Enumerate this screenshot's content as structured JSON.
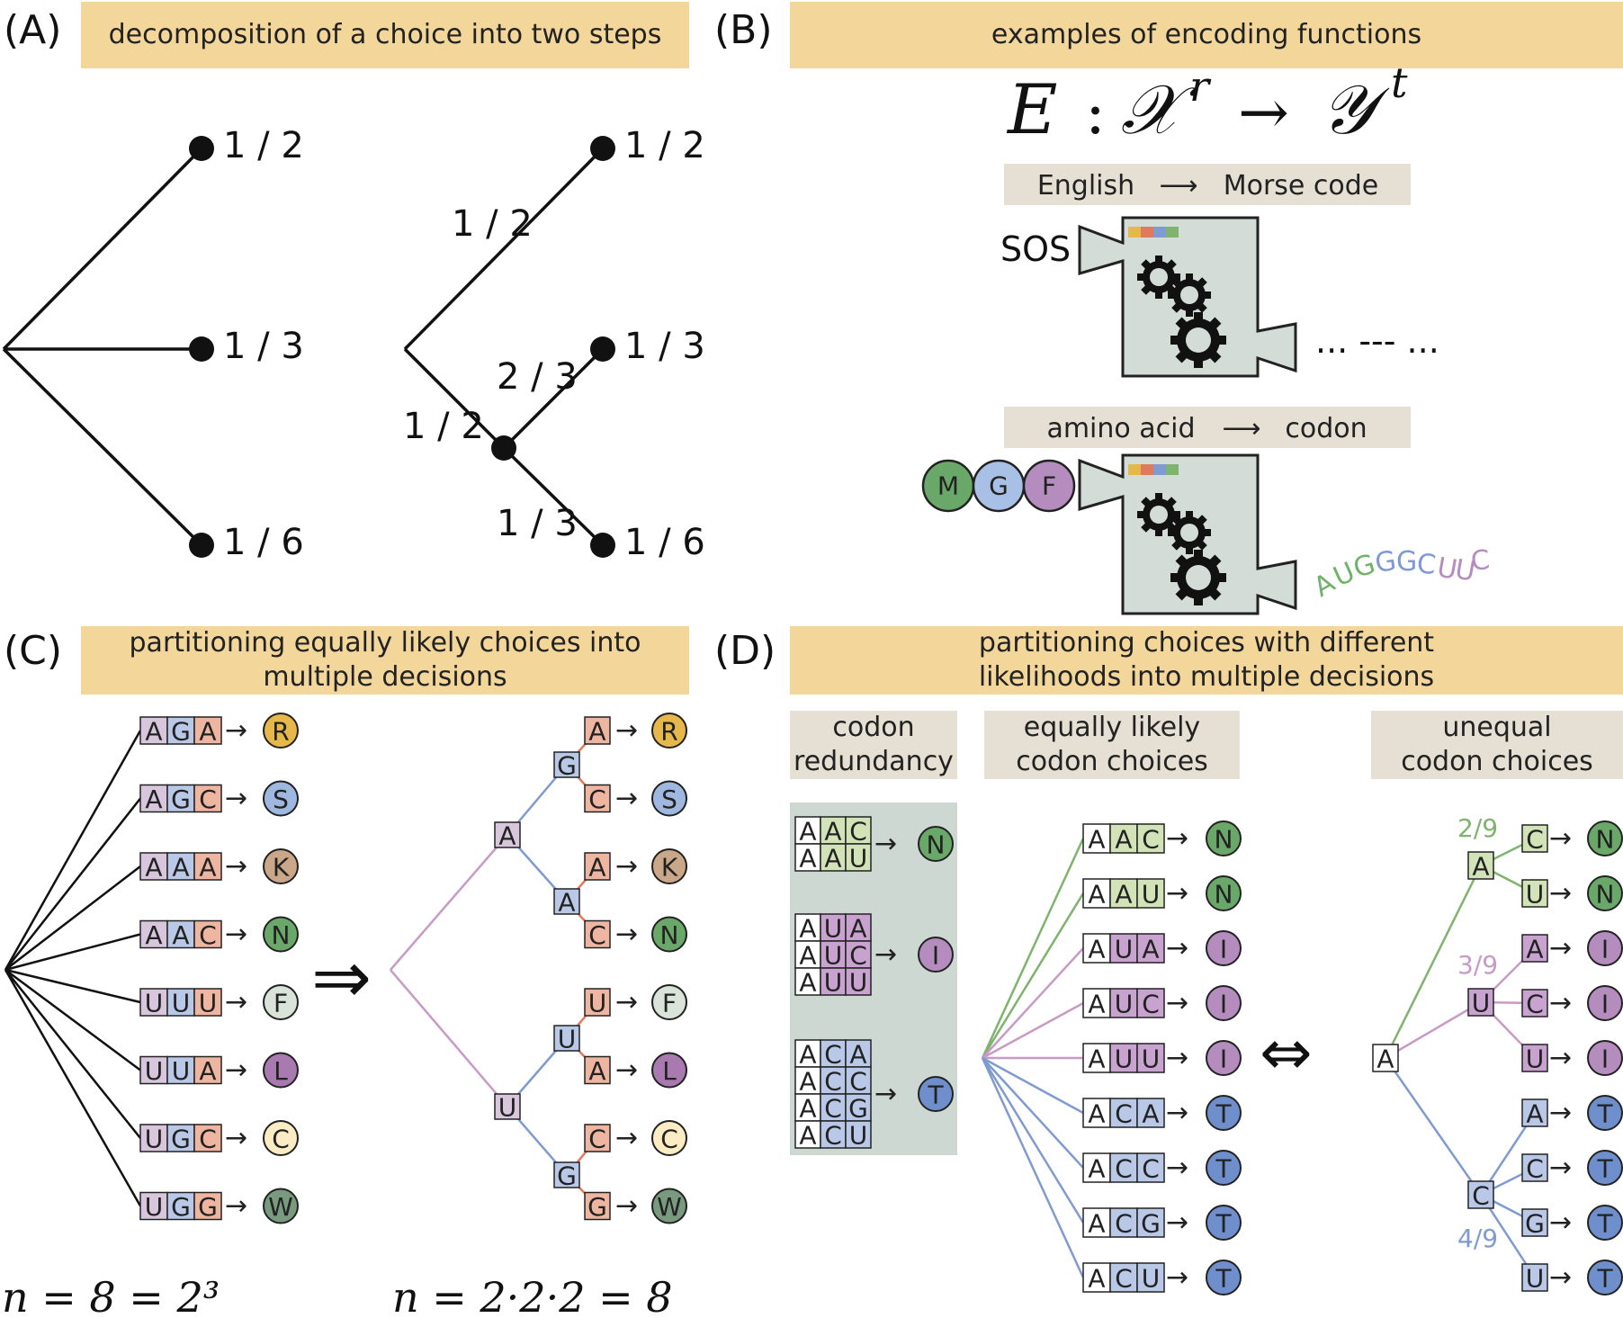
{
  "panels": {
    "A": {
      "letter": "(A)",
      "banner": "decomposition of a choice into two steps",
      "left_probs": [
        "1 / 2",
        "1 / 3",
        "1 / 6"
      ],
      "right_leaf_probs": [
        "1 / 2",
        "1 / 3",
        "1 / 6"
      ],
      "right_branch_probs": [
        "1 / 2",
        "1 / 2",
        "2 / 3",
        "1 / 3"
      ]
    },
    "B": {
      "letter": "(B)",
      "banner": "examples of encoding functions",
      "formula_E": "E",
      "formula_colon": ":",
      "formula_X": "𝒳",
      "formula_r": "r",
      "formula_arrow": "→",
      "formula_Y": "𝒴",
      "formula_t": "t",
      "ex1_from": "English",
      "ex1_arrow": "⟶",
      "ex1_to": "Morse code",
      "ex1_input": "SOS",
      "ex1_output": "... --- ...",
      "ex2_from": "amino acid",
      "ex2_arrow": "⟶",
      "ex2_to": "codon",
      "ex2_inputs": [
        "M",
        "G",
        "F"
      ],
      "ex2_output_letters": [
        "A",
        "U",
        "G",
        "G",
        "G",
        "C",
        "U",
        "U",
        "C"
      ]
    },
    "C": {
      "letter": "(C)",
      "banner_line1": "partitioning equally likely choices into",
      "banner_line2": "multiple decisions",
      "arrow": "→",
      "implies": "⇒",
      "left_formula": "n = 8 = 2³",
      "right_formula": "n = 2·2·2 = 8",
      "codons": [
        {
          "codon": [
            "A",
            "G",
            "A"
          ],
          "aa": "R"
        },
        {
          "codon": [
            "A",
            "G",
            "C"
          ],
          "aa": "S"
        },
        {
          "codon": [
            "A",
            "A",
            "A"
          ],
          "aa": "K"
        },
        {
          "codon": [
            "A",
            "A",
            "C"
          ],
          "aa": "N"
        },
        {
          "codon": [
            "U",
            "U",
            "U"
          ],
          "aa": "F"
        },
        {
          "codon": [
            "U",
            "U",
            "A"
          ],
          "aa": "L"
        },
        {
          "codon": [
            "U",
            "G",
            "C"
          ],
          "aa": "C"
        },
        {
          "codon": [
            "U",
            "G",
            "G"
          ],
          "aa": "W"
        }
      ],
      "tree_level1": [
        "A",
        "U"
      ],
      "tree_level2": [
        "G",
        "A",
        "U",
        "G"
      ],
      "tree_level3": [
        "A",
        "C",
        "A",
        "C",
        "U",
        "A",
        "C",
        "G"
      ]
    },
    "D": {
      "letter": "(D)",
      "banner_line1": "partitioning choices with different",
      "banner_line2": "likelihoods into multiple decisions",
      "col1_line1": "codon",
      "col1_line2": "redundancy",
      "col2_line1": "equally likely",
      "col2_line2": "codon choices",
      "col3_line1": "unequal",
      "col3_line2": "codon choices",
      "iff": "⇔",
      "arrow": "→",
      "redundancy_groups": [
        {
          "codons": [
            [
              "A",
              "A",
              "C"
            ],
            [
              "A",
              "A",
              "U"
            ]
          ],
          "aa": "N"
        },
        {
          "codons": [
            [
              "A",
              "U",
              "A"
            ],
            [
              "A",
              "U",
              "C"
            ],
            [
              "A",
              "U",
              "U"
            ]
          ],
          "aa": "I"
        },
        {
          "codons": [
            [
              "A",
              "C",
              "A"
            ],
            [
              "A",
              "C",
              "C"
            ],
            [
              "A",
              "C",
              "G"
            ],
            [
              "A",
              "C",
              "U"
            ]
          ],
          "aa": "T"
        }
      ],
      "equal_list": [
        {
          "codon": [
            "A",
            "A",
            "C"
          ],
          "aa": "N"
        },
        {
          "codon": [
            "A",
            "A",
            "U"
          ],
          "aa": "N"
        },
        {
          "codon": [
            "A",
            "U",
            "A"
          ],
          "aa": "I"
        },
        {
          "codon": [
            "A",
            "U",
            "C"
          ],
          "aa": "I"
        },
        {
          "codon": [
            "A",
            "U",
            "U"
          ],
          "aa": "I"
        },
        {
          "codon": [
            "A",
            "C",
            "A"
          ],
          "aa": "T"
        },
        {
          "codon": [
            "A",
            "C",
            "C"
          ],
          "aa": "T"
        },
        {
          "codon": [
            "A",
            "C",
            "G"
          ],
          "aa": "T"
        },
        {
          "codon": [
            "A",
            "C",
            "U"
          ],
          "aa": "T"
        }
      ],
      "unequal_root": "A",
      "unequal_mid": [
        "A",
        "U",
        "C"
      ],
      "unequal_probs": [
        "2/9",
        "3/9",
        "4/9"
      ],
      "unequal_leaves": [
        {
          "base": "C",
          "aa": "N"
        },
        {
          "base": "U",
          "aa": "N"
        },
        {
          "base": "A",
          "aa": "I"
        },
        {
          "base": "C",
          "aa": "I"
        },
        {
          "base": "U",
          "aa": "I"
        },
        {
          "base": "A",
          "aa": "T"
        },
        {
          "base": "C",
          "aa": "T"
        },
        {
          "base": "G",
          "aa": "T"
        },
        {
          "base": "U",
          "aa": "T"
        }
      ]
    }
  },
  "colors": {
    "banner": "#f3d79a",
    "gray_banner": "#e6e0d4",
    "base_1": "#d8c6dc",
    "base_2": "#b8c8e6",
    "base_3": "#eeb5a0",
    "green_cell": "#d2e3b8",
    "purple_cell": "#c9a3cf",
    "line_purple": "#c79bc6",
    "line_blue": "#7f9bcf",
    "line_orange": "#e07a5c",
    "line_green": "#7fb36e",
    "aa": {
      "R": "#e6b84a",
      "S": "#9fb8df",
      "K": "#c9a788",
      "N": "#6aa86a",
      "F": "#d9e3d9",
      "L": "#a87ab0",
      "C": "#fbecc4",
      "W": "#7a9a80",
      "I": "#b58cbe",
      "T": "#6f8fcc",
      "M": "#6aa86a",
      "G": "#a9c0e6",
      "Fp": "#b58cbe"
    },
    "aug": [
      "#6fb36a",
      "#6fb36a",
      "#6fb36a",
      "#7e98d8",
      "#7e98d8",
      "#7e98d8",
      "#b58cbe",
      "#b58cbe",
      "#b58cbe"
    ]
  }
}
